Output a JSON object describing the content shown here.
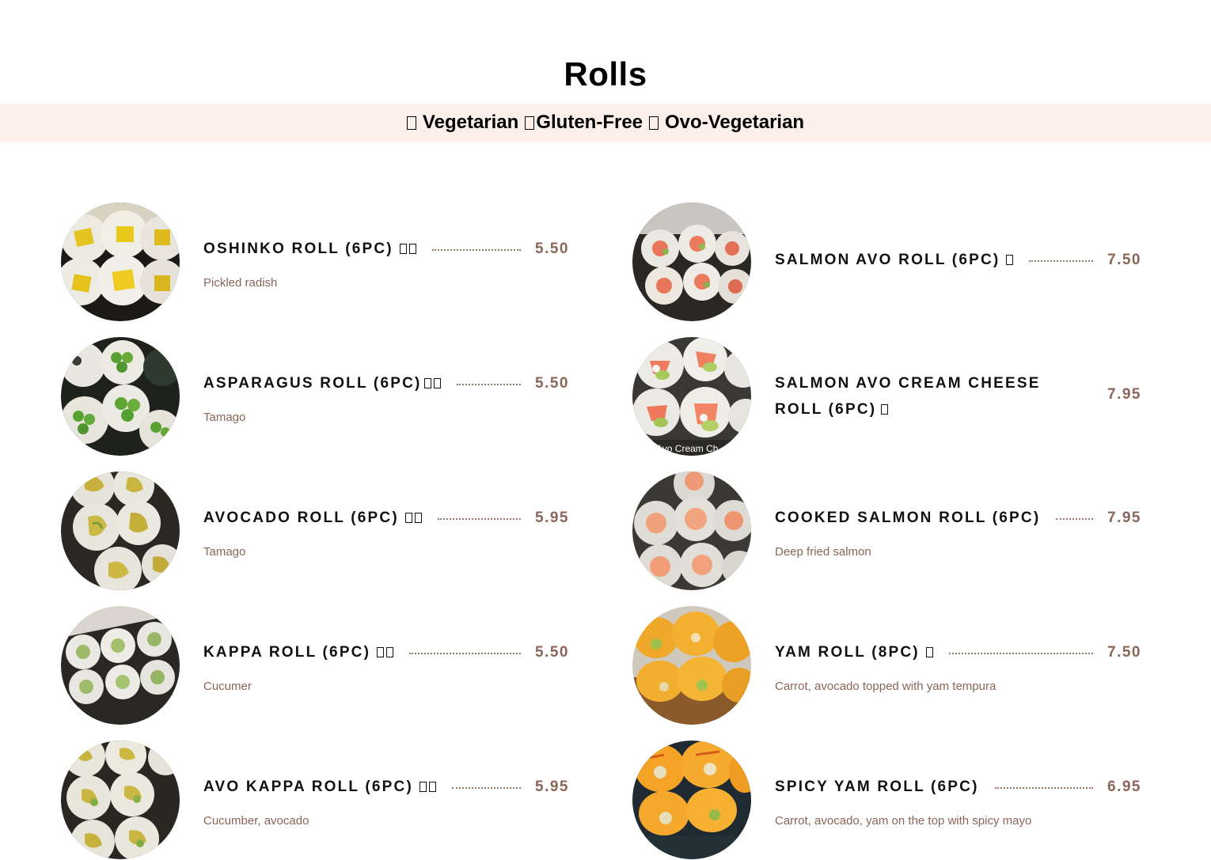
{
  "section": {
    "title": "Rolls"
  },
  "legend": {
    "vegetarian": "Vegetarian",
    "gluten_free": "Gluten-Free",
    "ovo_vegetarian": "Ovo-Vegetarian"
  },
  "items": [
    {
      "name": "OSHINKO ROLL (6PC)",
      "price": "5.50",
      "desc": "Pickled radish",
      "badges": 2
    },
    {
      "name": "SALMON AVO ROLL (6PC)",
      "price": "7.50",
      "desc": "",
      "badges": 1
    },
    {
      "name": "ASPARAGUS ROLL (6PC)",
      "price": "5.50",
      "desc": "Tamago",
      "badges": 2
    },
    {
      "name": "SALMON AVO CREAM CHEESE ROLL (6PC)",
      "price": "7.95",
      "desc": "",
      "badges": 1,
      "photo_caption": "Avo Cream Ch"
    },
    {
      "name": "AVOCADO ROLL (6PC)",
      "price": "5.95",
      "desc": "Tamago",
      "badges": 2
    },
    {
      "name": "COOKED SALMON ROLL (6PC)",
      "price": "7.95",
      "desc": "Deep fried salmon",
      "badges": 0
    },
    {
      "name": "KAPPA ROLL (6PC)",
      "price": "5.50",
      "desc": "Cucumer",
      "badges": 2
    },
    {
      "name": "YAM ROLL (8PC)",
      "price": "7.50",
      "desc": "Carrot, avocado topped with yam tempura",
      "badges": 1
    },
    {
      "name": "AVO KAPPA ROLL (6PC)",
      "price": "5.95",
      "desc": "Cucumber, avocado",
      "badges": 2
    },
    {
      "name": "SPICY YAM ROLL (6PC)",
      "price": "6.95",
      "desc": "Carrot, avocado, yam on the top with spicy mayo",
      "badges": 0
    }
  ],
  "colors": {
    "accent": "#8a6558",
    "legend_bg": "#fdf0ea",
    "text": "#111111"
  }
}
